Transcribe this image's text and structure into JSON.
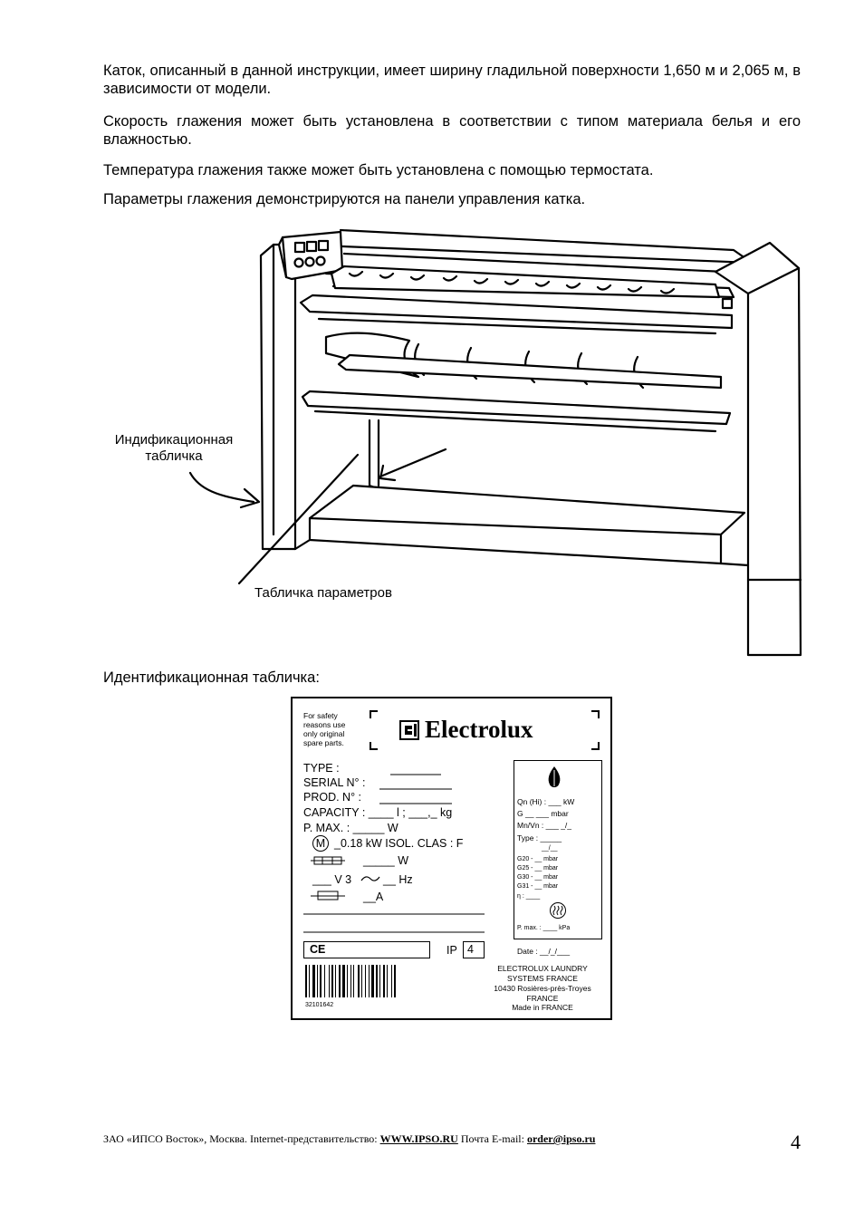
{
  "paragraphs": [
    "Каток, описанный в данной инструкции, имеет ширину гладильной поверхности 1,650 м и 2,065 м, в зависимости от модели.",
    "Скорость глажения может быть установлена в соответствии  с типом  материала белья и его влажностью.",
    "Температура глажения также может быть установлена с помощью термостата.",
    "Параметры глажения демонстрируются на панели управления катка."
  ],
  "illustration": {
    "label_id_plate": "Индификационная табличка",
    "label_params_plate": "Табличка параметров"
  },
  "plate_heading": "Идентификационная табличка:",
  "plate": {
    "safety_lines": [
      "For safety",
      "reasons use",
      "only original",
      "spare parts."
    ],
    "brand": "Electrolux",
    "fields": {
      "type": "TYPE :",
      "serial": "SERIAL N° :",
      "prod": "PROD. N° :",
      "capacity": "CAPACITY : ____ l ; ___,_ kg",
      "pmax": "P. MAX. : _____ W",
      "motor_symbol": "M",
      "motor": "_0.18  kW  ISOL. CLAS : F",
      "heat_w": "_____ W",
      "volt": "___  V 3",
      "hz": "__ Hz",
      "amp": "__A",
      "ce": "CE",
      "ip": "IP",
      "ip_value": "4",
      "barcode_number": "32101642"
    },
    "gas": {
      "qn": "Qn (Hi) : ___ kW",
      "g": "G __   ___ mbar",
      "mnvn": "Mn/Vn : ___ _/_",
      "type": "Type : _____",
      "blank": "__/__",
      "g20": "G20 - __ mbar",
      "g25": "G25 - __ mbar",
      "g30": "G30 - __ mbar",
      "g31": "G31 - __ mbar",
      "eta": "η : ____",
      "pmax_kpa": "P. max. : ____ kPa"
    },
    "date": "Date : __/_/___",
    "maker_lines": [
      "ELECTROLUX LAUNDRY",
      "SYSTEMS FRANCE",
      "10430 Rosières-près-Troyes",
      "FRANCE",
      "Made in FRANCE"
    ]
  },
  "footer": {
    "prefix": "ЗАО «ИПСО Восток», Москва. Internet-представительство: ",
    "site": "WWW.IPSO.RU",
    "mail_label": "  Почта E-mail:  ",
    "email": "order@ipso.ru",
    "page_number": "4"
  }
}
